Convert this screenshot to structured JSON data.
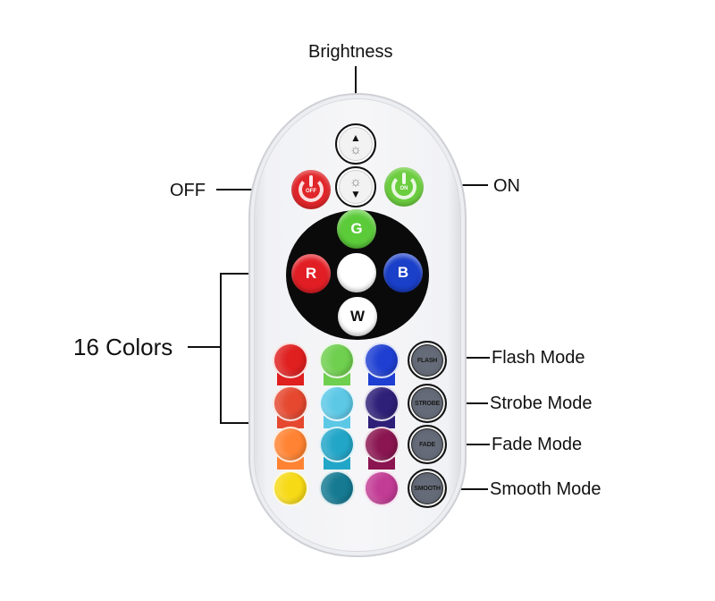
{
  "labels": {
    "brightness": "Brightness",
    "off": "OFF",
    "on": "ON",
    "sixteen_colors": "16 Colors",
    "flash_mode": "Flash Mode",
    "strobe_mode": "Strobe Mode",
    "fade_mode": "Fade Mode",
    "smooth_mode": "Smooth Mode"
  },
  "remote": {
    "brightness_up": {
      "arrow": "▲",
      "icon": "☼",
      "icon_name": "sun-icon"
    },
    "brightness_down": {
      "arrow": "▼",
      "icon": "☼",
      "icon_name": "sun-icon"
    },
    "power_off": {
      "text": "OFF",
      "color": "#e0262a"
    },
    "power_on": {
      "text": "ON",
      "color": "#6ccd3f"
    },
    "rgbw": {
      "g": {
        "label": "G",
        "color": "#5ccb3a"
      },
      "r": {
        "label": "R",
        "color": "#e21e25"
      },
      "center": {
        "label": "",
        "color": "#ffffff"
      },
      "b": {
        "label": "B",
        "color": "#1a3fc8"
      },
      "w": {
        "label": "W",
        "color": "#ffffff"
      }
    },
    "color_grid": [
      [
        "#e01f1f",
        "#6fcf4e",
        "#1e3fd2"
      ],
      [
        "#e5482f",
        "#5cc8e6",
        "#2e1f78"
      ],
      [
        "#ff8332",
        "#22a6c8",
        "#8a1550"
      ],
      [
        "#f7da16",
        "#157a92",
        "#c23b94"
      ]
    ],
    "modes": [
      {
        "label": "FLASH"
      },
      {
        "label": "STROBE"
      },
      {
        "label": "FADE"
      },
      {
        "label": "SMOOTH"
      }
    ]
  }
}
